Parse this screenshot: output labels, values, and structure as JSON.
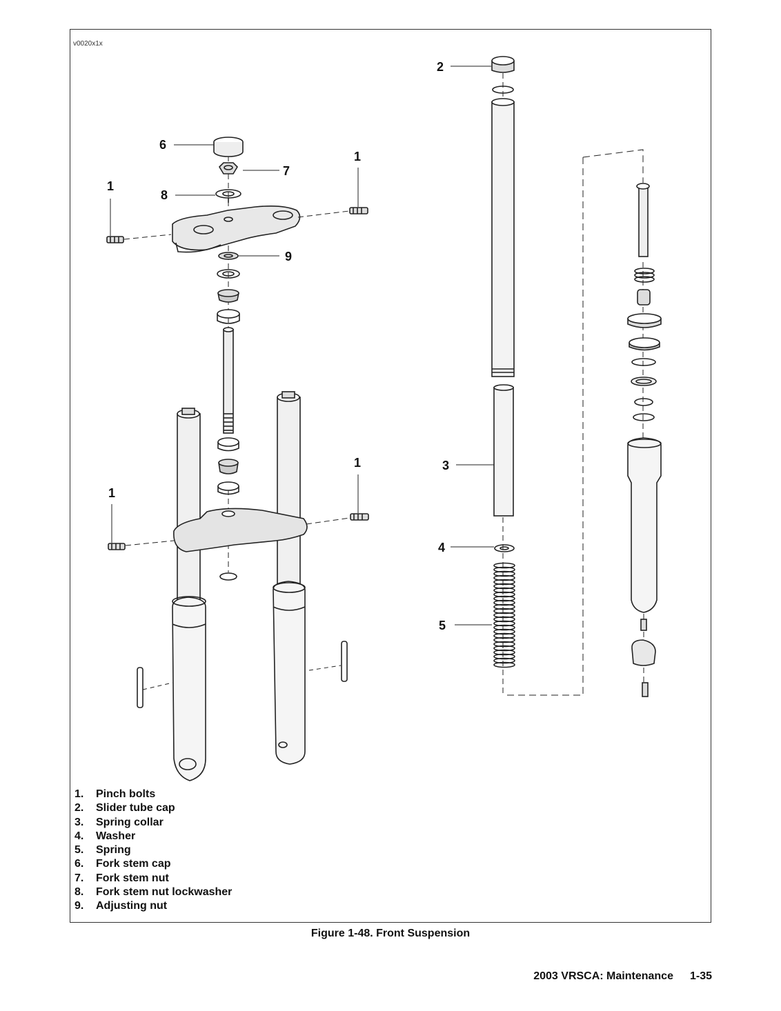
{
  "figure_id": "v0020x1x",
  "callouts": {
    "c1a": "1",
    "c1b": "1",
    "c1c": "1",
    "c1d": "1",
    "c2": "2",
    "c3": "3",
    "c4": "4",
    "c5": "5",
    "c6": "6",
    "c7": "7",
    "c8": "8",
    "c9": "9"
  },
  "legend": [
    {
      "num": "1.",
      "text": "Pinch bolts"
    },
    {
      "num": "2.",
      "text": "Slider tube cap"
    },
    {
      "num": "3.",
      "text": "Spring collar"
    },
    {
      "num": "4.",
      "text": "Washer"
    },
    {
      "num": "5.",
      "text": "Spring"
    },
    {
      "num": "6.",
      "text": "Fork stem cap"
    },
    {
      "num": "7.",
      "text": "Fork stem nut"
    },
    {
      "num": "8.",
      "text": "Fork stem nut lockwasher"
    },
    {
      "num": "9.",
      "text": "Adjusting nut"
    }
  ],
  "caption": "Figure 1-48. Front Suspension",
  "footer": {
    "title": "2003 VRSCA: Maintenance",
    "page": "1-35"
  }
}
